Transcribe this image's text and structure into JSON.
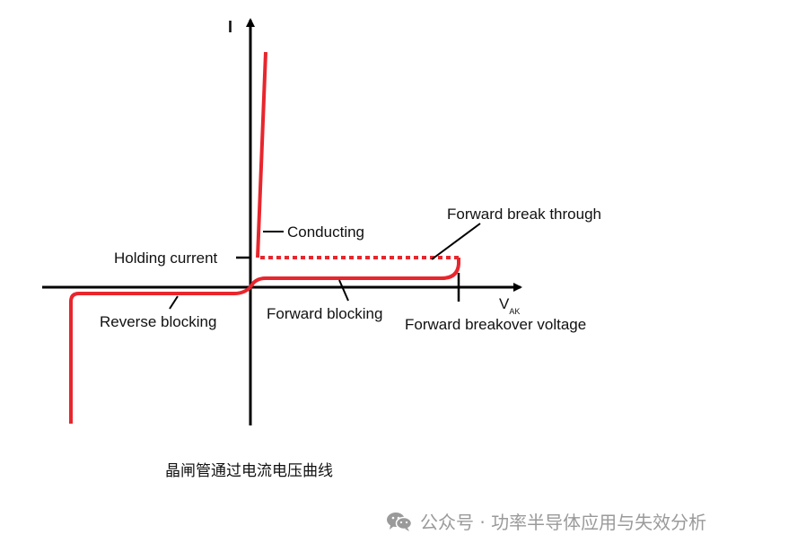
{
  "axis": {
    "y_label": "I",
    "x_label_main": "V",
    "x_label_sub": "AK"
  },
  "labels": {
    "conducting": "Conducting",
    "forward_break_through": "Forward break through",
    "holding_current": "Holding current",
    "reverse_blocking": "Reverse blocking",
    "forward_blocking": "Forward blocking",
    "forward_breakover_voltage": "Forward breakover voltage"
  },
  "caption": "晶闸管通过电流电压曲线",
  "watermark": {
    "icon": "wechat-icon",
    "text": "公众号 · 功率半导体应用与失效分析"
  },
  "colors": {
    "curve": "#e8262d",
    "axes": "#000000",
    "watermark": "#9a9a9a"
  }
}
